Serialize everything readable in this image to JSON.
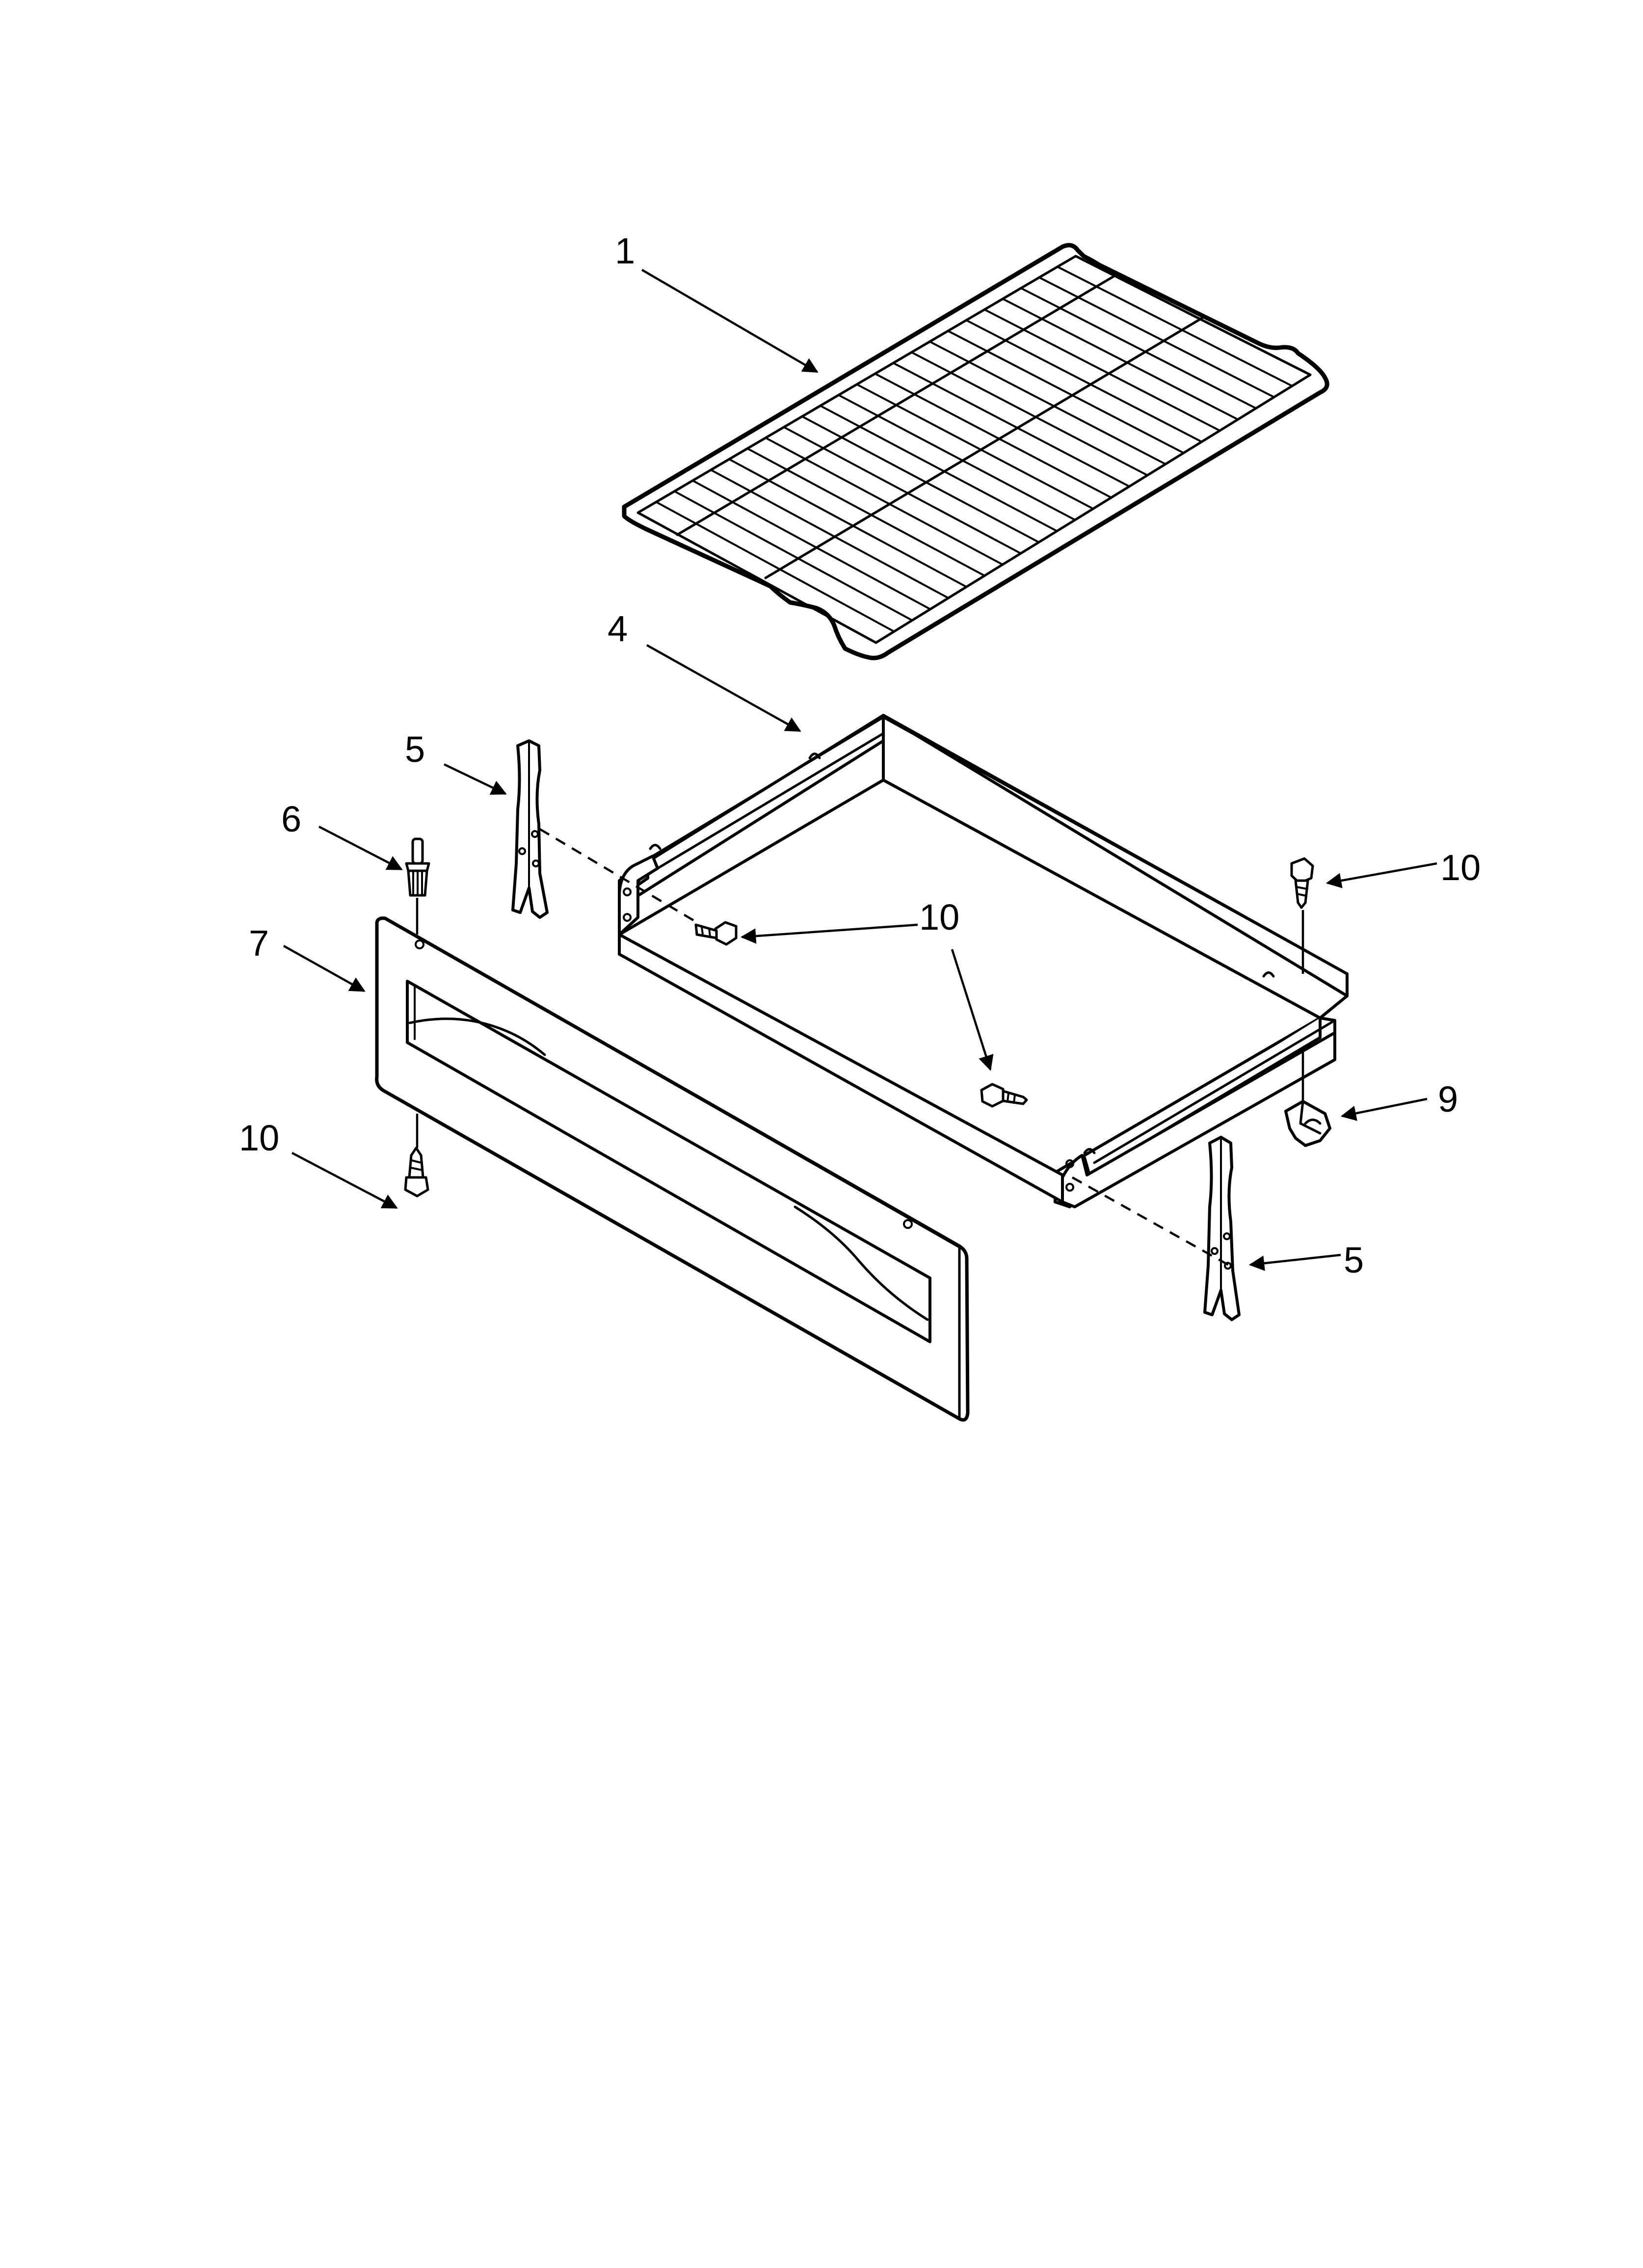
{
  "diagram": {
    "callouts": [
      {
        "id": "rack",
        "label": "1"
      },
      {
        "id": "drawer",
        "label": "4"
      },
      {
        "id": "slide-left",
        "label": "5"
      },
      {
        "id": "slide-right",
        "label": "5"
      },
      {
        "id": "pin",
        "label": "6"
      },
      {
        "id": "panel",
        "label": "7"
      },
      {
        "id": "clip",
        "label": "9"
      },
      {
        "id": "screw-top-right",
        "label": "10"
      },
      {
        "id": "screws-middle",
        "label": "10"
      },
      {
        "id": "screw-bottom-left",
        "label": "10"
      }
    ]
  }
}
